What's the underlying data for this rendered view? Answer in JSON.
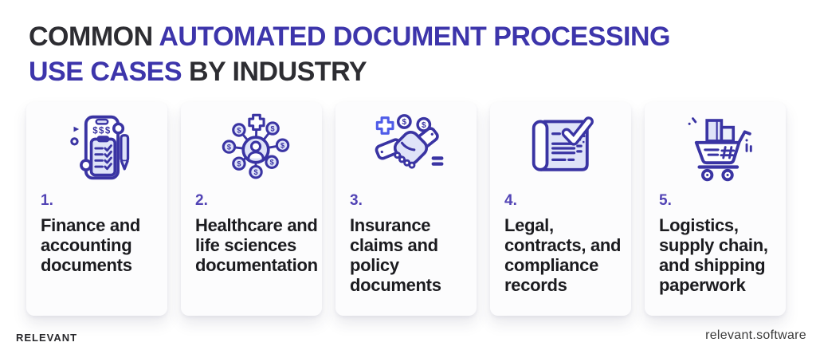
{
  "colors": {
    "page_background": "#ffffff",
    "card_background": "#fcfcfd",
    "title_dark": "#2d2d32",
    "title_accent_purple": "#3d35ab",
    "card_number_purple": "#5244b5",
    "body_text_dark": "#1b1b1f",
    "icon_stroke_indigo": "#3a34a3",
    "icon_fill_light": "#dfe3f8",
    "icon_fill_lighter": "#edf0fb",
    "icon_accent_blue": "#4f5ce8",
    "footer_text": "#28282c"
  },
  "title": {
    "line1_dark": "COMMON ",
    "line1_accent": "AUTOMATED DOCUMENT PROCESSING",
    "line2_accent": "USE CASES ",
    "line2_dark": "BY INDUSTRY"
  },
  "cards": [
    {
      "number": "1.",
      "label": "Finance and\naccounting\ndocuments",
      "icon": "phone-invoice-checklist-icon"
    },
    {
      "number": "2.",
      "label": "Healthcare and\nlife sciences\ndocumentation",
      "icon": "healthcare-network-coins-icon"
    },
    {
      "number": "3.",
      "label": "Insurance\nclaims and\npolicy\ndocuments",
      "icon": "handshake-coins-icon"
    },
    {
      "number": "4.",
      "label": "Legal,\ncontracts, and\ncompliance\nrecords",
      "icon": "scroll-checkmark-icon"
    },
    {
      "number": "5.",
      "label": "Logistics,\nsupply chain,\nand shipping\npaperwork",
      "icon": "shopping-cart-boxes-icon"
    }
  ],
  "footer": {
    "brand": "RELEVANT",
    "website": "relevant.software"
  }
}
